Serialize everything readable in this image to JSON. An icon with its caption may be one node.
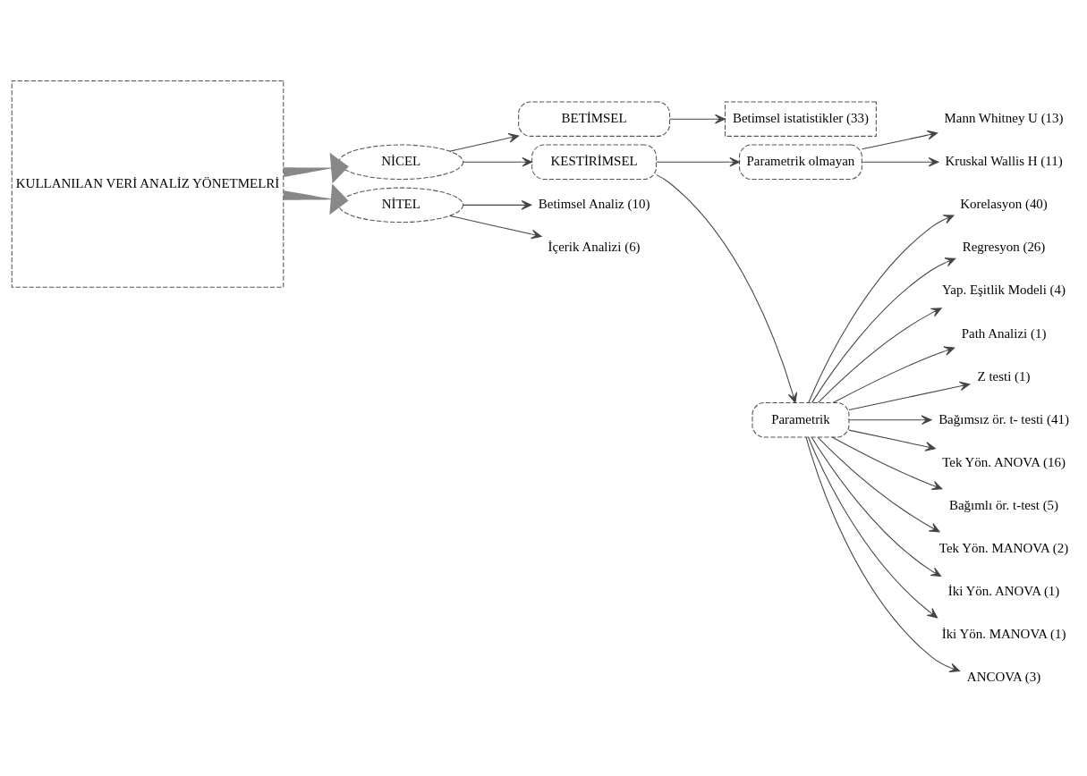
{
  "diagram": {
    "nodes": [
      {
        "text": [
          "KULLANILAN VERİ ANALİZ YÖNETMELRİ"
        ]
      },
      {
        "text": [
          "NİCEL"
        ]
      },
      {
        "text": [
          "NİTEL"
        ]
      },
      {
        "text": [
          "BETİMSEL"
        ]
      },
      {
        "text": [
          "KESTİRİMSEL"
        ]
      },
      {
        "text": [
          "Betimsel istatistikler (33)"
        ]
      },
      {
        "text": [
          "Parametrik olmayan"
        ]
      },
      {
        "text": [
          "Parametrik"
        ]
      },
      {
        "text": [
          "Mann Whitney U (13)"
        ]
      },
      {
        "text": [
          "Kruskal Wallis H (11)"
        ]
      },
      {
        "text": [
          "Korelasyon (40)"
        ]
      },
      {
        "text": [
          "Regresyon (26)"
        ]
      },
      {
        "text": [
          "Yap. Eşitlik Modeli (4)"
        ]
      },
      {
        "text": [
          "Path Analizi (1)"
        ]
      },
      {
        "text": [
          "Z testi (1)"
        ]
      },
      {
        "text": [
          "Bağımsız ör. t- testi (41)"
        ]
      },
      {
        "text": [
          "Tek Yön. ANOVA (16)"
        ]
      },
      {
        "text": [
          "Bağımlı ör. t-test (5)"
        ]
      },
      {
        "text": [
          "Tek Yön. MANOVA (2)"
        ]
      },
      {
        "text": [
          "İki Yön. ANOVA (1)"
        ]
      },
      {
        "text": [
          "İki Yön. MANOVA (1)"
        ]
      },
      {
        "text": [
          "ANCOVA (3)"
        ]
      },
      {
        "text": [
          "Betimsel Analiz (10)"
        ]
      },
      {
        "text": [
          "İçerik Analizi (6)"
        ]
      }
    ],
    "edges": [
      {
        "from": 0,
        "to": 1,
        "arrow": "to",
        "style": "thick"
      },
      {
        "from": 0,
        "to": 2,
        "arrow": "to",
        "style": "thick"
      },
      {
        "from": 1,
        "to": 3,
        "arrow": "to"
      },
      {
        "from": 1,
        "to": 4,
        "arrow": "to"
      },
      {
        "from": 3,
        "to": 5,
        "arrow": "to"
      },
      {
        "from": 4,
        "to": 6,
        "arrow": "to"
      },
      {
        "from": 4,
        "to": 7,
        "arrow": "to"
      },
      {
        "from": 6,
        "to": 8,
        "arrow": "to"
      },
      {
        "from": 6,
        "to": 9,
        "arrow": "to"
      },
      {
        "from": 7,
        "to": 10,
        "arrow": "to"
      },
      {
        "from": 7,
        "to": 11,
        "arrow": "to"
      },
      {
        "from": 7,
        "to": 12,
        "arrow": "to"
      },
      {
        "from": 7,
        "to": 13,
        "arrow": "to"
      },
      {
        "from": 7,
        "to": 14,
        "arrow": "to"
      },
      {
        "from": 7,
        "to": 15,
        "arrow": "to"
      },
      {
        "from": 7,
        "to": 16,
        "arrow": "to"
      },
      {
        "from": 7,
        "to": 17,
        "arrow": "to"
      },
      {
        "from": 7,
        "to": 18,
        "arrow": "to"
      },
      {
        "from": 7,
        "to": 19,
        "arrow": "to"
      },
      {
        "from": 7,
        "to": 20,
        "arrow": "to"
      },
      {
        "from": 7,
        "to": 21,
        "arrow": "to"
      },
      {
        "from": 2,
        "to": 22,
        "arrow": "to"
      },
      {
        "from": 2,
        "to": 23,
        "arrow": "to"
      }
    ]
  }
}
